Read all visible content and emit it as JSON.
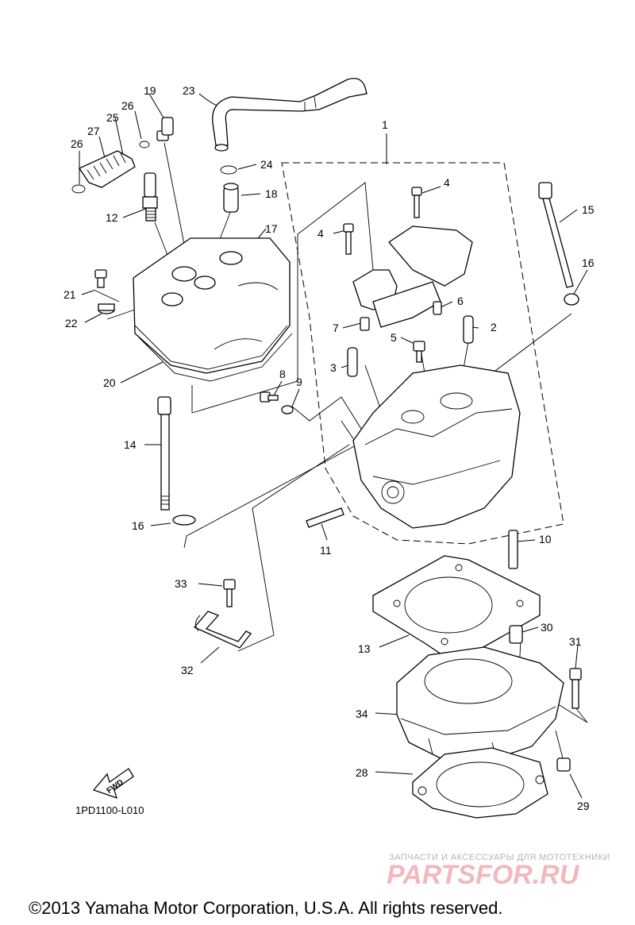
{
  "diagram_code": "1PD1100-L010",
  "copyright": "©2013 Yamaha Motor Corporation, U.S.A. All rights reserved.",
  "fwd_label": "FWD",
  "watermark": {
    "tagline": "ЗАПЧАСТИ И АКСЕССУАРЫ ДЛЯ МОТОТЕХНИКИ",
    "brand": "PARTSFOR.RU",
    "brand_color": "#e8747c"
  },
  "callouts": [
    {
      "id": "c1",
      "text": "1"
    },
    {
      "id": "c2",
      "text": "2"
    },
    {
      "id": "c3",
      "text": "3"
    },
    {
      "id": "c4a",
      "text": "4"
    },
    {
      "id": "c4b",
      "text": "4"
    },
    {
      "id": "c5",
      "text": "5"
    },
    {
      "id": "c6",
      "text": "6"
    },
    {
      "id": "c7",
      "text": "7"
    },
    {
      "id": "c8",
      "text": "8"
    },
    {
      "id": "c9",
      "text": "9"
    },
    {
      "id": "c10",
      "text": "10"
    },
    {
      "id": "c11",
      "text": "11"
    },
    {
      "id": "c12",
      "text": "12"
    },
    {
      "id": "c13",
      "text": "13"
    },
    {
      "id": "c14",
      "text": "14"
    },
    {
      "id": "c15",
      "text": "15"
    },
    {
      "id": "c16a",
      "text": "16"
    },
    {
      "id": "c16b",
      "text": "16"
    },
    {
      "id": "c17",
      "text": "17"
    },
    {
      "id": "c18",
      "text": "18"
    },
    {
      "id": "c19",
      "text": "19"
    },
    {
      "id": "c20",
      "text": "20"
    },
    {
      "id": "c21",
      "text": "21"
    },
    {
      "id": "c22",
      "text": "22"
    },
    {
      "id": "c23",
      "text": "23"
    },
    {
      "id": "c24",
      "text": "24"
    },
    {
      "id": "c25",
      "text": "25"
    },
    {
      "id": "c26a",
      "text": "26"
    },
    {
      "id": "c26b",
      "text": "26"
    },
    {
      "id": "c27",
      "text": "27"
    },
    {
      "id": "c28",
      "text": "28"
    },
    {
      "id": "c29",
      "text": "29"
    },
    {
      "id": "c30",
      "text": "30"
    },
    {
      "id": "c31",
      "text": "31"
    },
    {
      "id": "c32",
      "text": "32"
    },
    {
      "id": "c33",
      "text": "33"
    },
    {
      "id": "c34",
      "text": "34"
    }
  ]
}
